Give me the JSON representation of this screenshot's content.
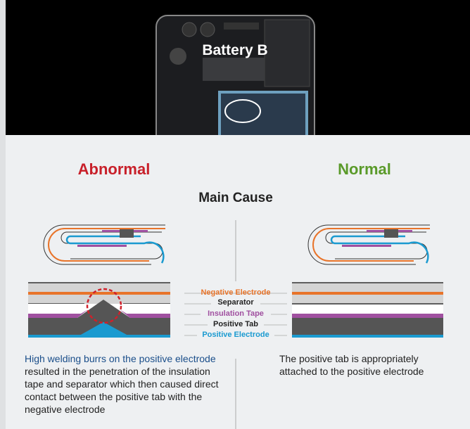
{
  "header": {
    "title": "Battery B"
  },
  "columns": {
    "abnormal": "Abnormal",
    "normal": "Normal",
    "main_cause": "Main Cause"
  },
  "layers": {
    "negative_electrode": "Negative Electrode",
    "separator": "Separator",
    "insulation_tape": "Insulation Tape",
    "positive_tab": "Positive Tab",
    "positive_electrode": "Positive Electrode"
  },
  "abnormal_text": {
    "highlight": "High welding burrs on the positive electrode",
    "rest": " resulted in the penetration of the insulation tape and separator which then caused direct contact between the positive tab with the negative electrode"
  },
  "normal_text": "The positive tab is appropriately attached to the positive electrode",
  "colors": {
    "abnormal": "#c8202a",
    "normal": "#5a9a2a",
    "negative": "#e8742a",
    "insulation": "#a050a0",
    "positive": "#1a9ad0"
  }
}
